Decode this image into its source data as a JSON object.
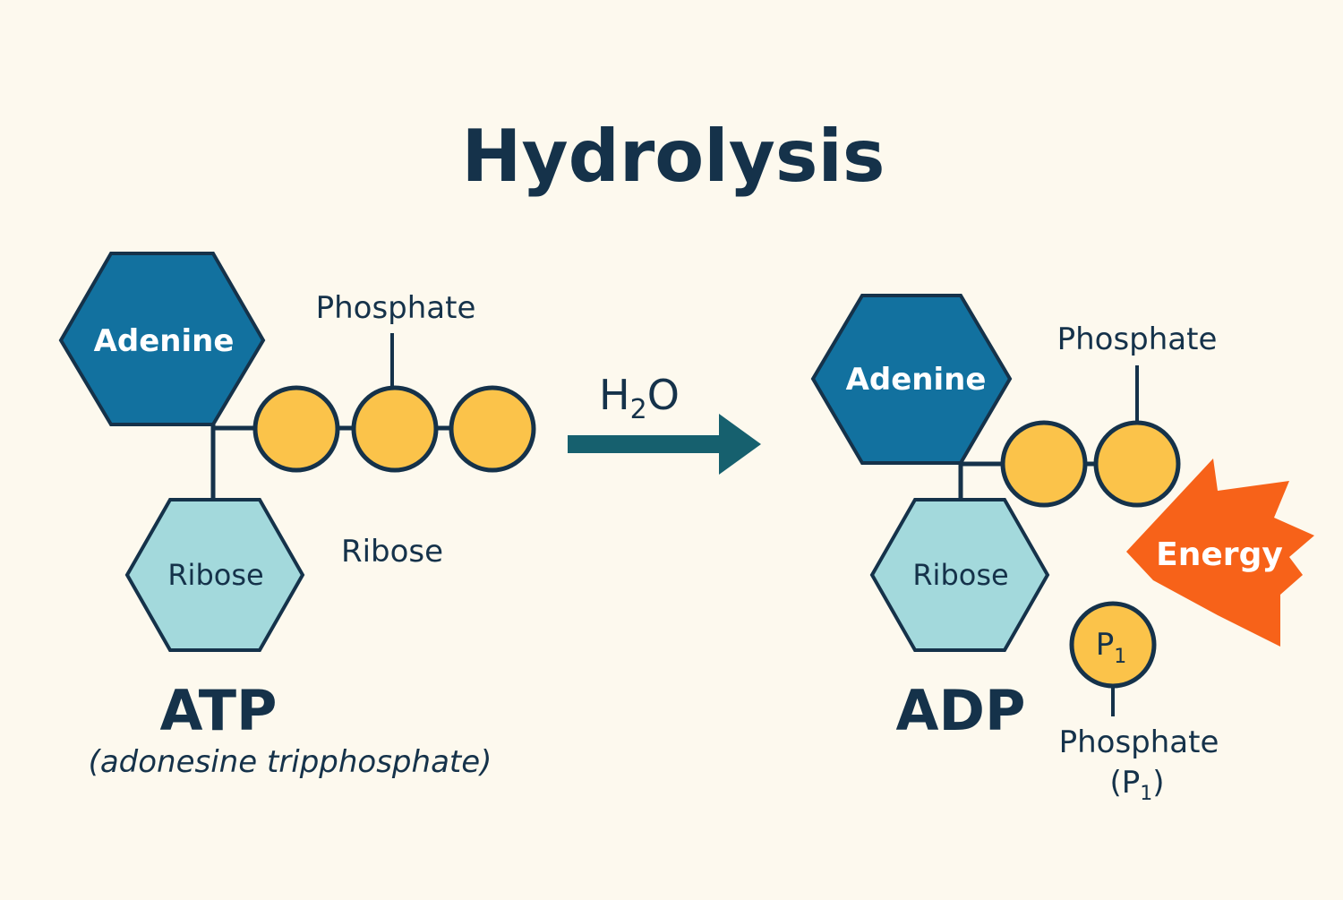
{
  "title": "Hydrolysis",
  "colors": {
    "background": "#fdf9ee",
    "ink": "#15324a",
    "adenine": "#12719f",
    "ribose": "#a3d9dc",
    "phosphate": "#fbc34a",
    "arrow": "#16606e",
    "energy": "#f76219"
  },
  "atp": {
    "adenine_label": "Adenine",
    "ribose_label": "Ribose",
    "phosphate_label": "Phosphate",
    "ribose_side_label": "Ribose",
    "name": "ATP",
    "subtitle": "(adonesine tripphosphate)"
  },
  "reaction": {
    "reagent_main": "H",
    "reagent_sub": "2",
    "reagent_end": "O"
  },
  "adp": {
    "adenine_label": "Adenine",
    "ribose_label": "Ribose",
    "phosphate_label": "Phosphate",
    "name": "ADP"
  },
  "energy_label": "Energy",
  "free_phosphate": {
    "symbol": "P",
    "symbol_sub": "1",
    "label": "Phosphate",
    "label2_open": "(P",
    "label2_sub": "1",
    "label2_close": ")"
  }
}
